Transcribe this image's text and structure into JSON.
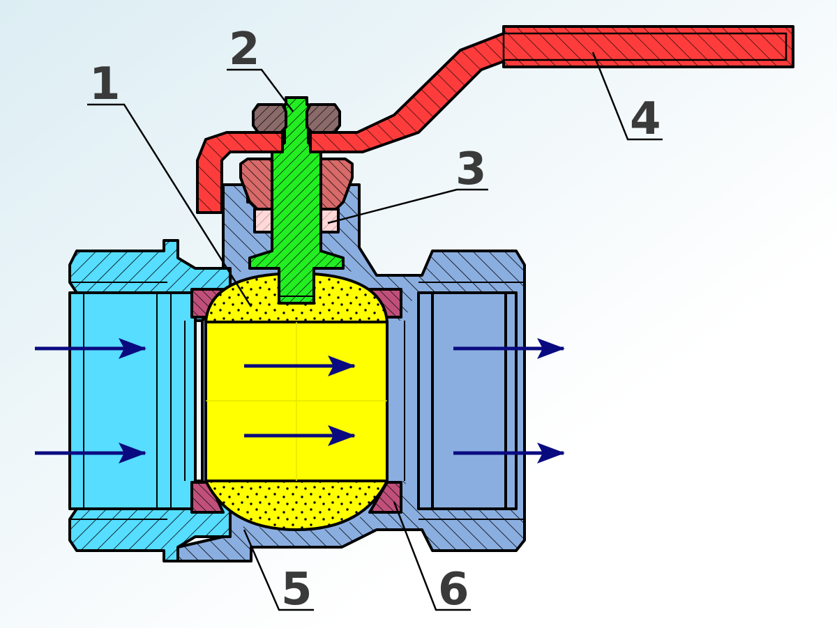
{
  "labels": [
    {
      "id": "part-1",
      "text": "1"
    },
    {
      "id": "part-2",
      "text": "2"
    },
    {
      "id": "part-3",
      "text": "3"
    },
    {
      "id": "part-4",
      "text": "4"
    },
    {
      "id": "part-5",
      "text": "5"
    },
    {
      "id": "part-6",
      "text": "6"
    }
  ],
  "colors": {
    "background_start": "#dcedf3",
    "background_end": "#ffffff",
    "inlet_body": "#56ddff",
    "outlet_body": "#8aaee0",
    "ball": "#ffff00",
    "stem": "#22ee22",
    "handle": "#ff3c3c",
    "nut": "#8b6a6a",
    "gland_nut": "#d86a6a",
    "packing": "#ffd8d8",
    "seat": "#c0507a",
    "flow_arrow": "#0a0a80"
  },
  "flow_direction": "left-to-right"
}
